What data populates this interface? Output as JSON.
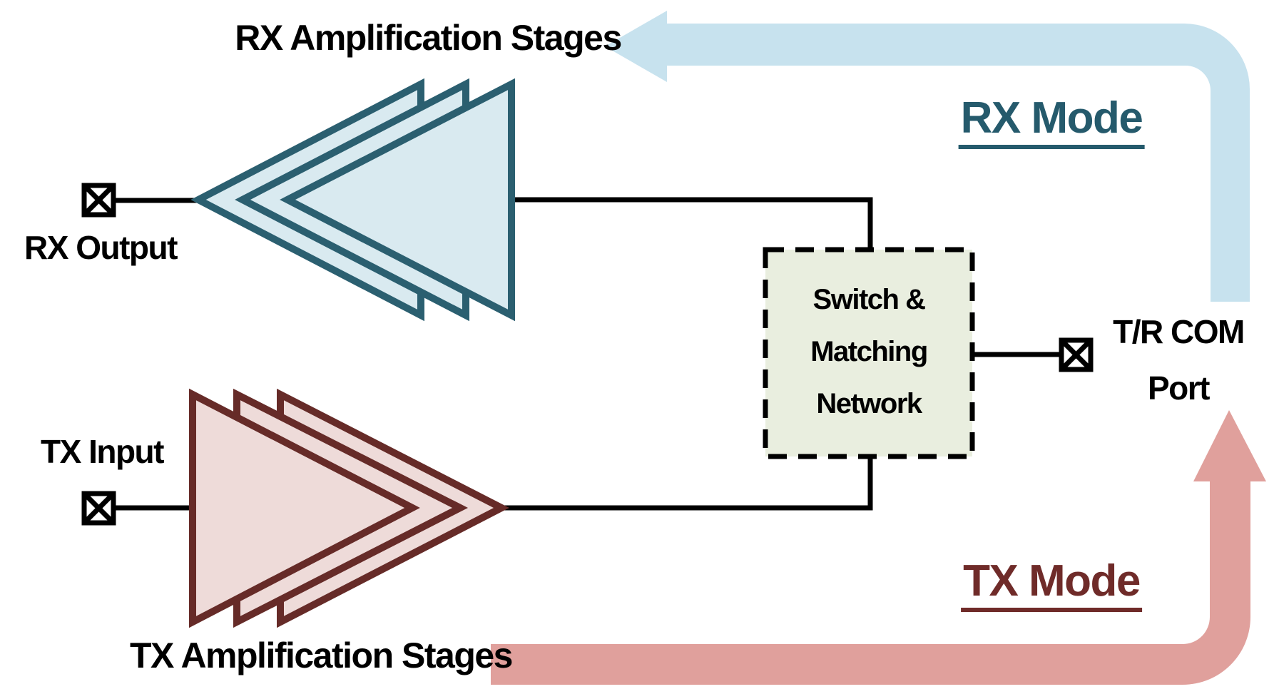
{
  "diagram": {
    "rx_section": {
      "stages_label": "RX Amplification Stages",
      "output_port_label": "RX Output"
    },
    "tx_section": {
      "stages_label": "TX Amplification Stages",
      "input_port_label": "TX Input"
    },
    "switch_box": {
      "lines": [
        "Switch &",
        "Matching",
        "Network"
      ]
    },
    "tr_com_port": {
      "line1": "T/R COM",
      "line2": "Port"
    },
    "modes": {
      "rx_label": "RX Mode",
      "tx_label": "TX Mode"
    },
    "icons": {
      "rx_output_port": "boxed-x-port",
      "tx_input_port": "boxed-x-port",
      "tr_com_port": "boxed-x-port"
    },
    "colors": {
      "rx_triangle_fill": "#d9eaf0",
      "rx_triangle_stroke": "#2b5f70",
      "rx_arrow": "#c7e2ee",
      "rx_mode_text": "#255a6c",
      "tx_triangle_fill": "#eedbd9",
      "tx_triangle_stroke": "#662b28",
      "tx_arrow": "#e0a09c",
      "tx_mode_text": "#6f2b29",
      "switch_box_fill": "#e9eedf",
      "line_color": "#000000"
    }
  }
}
